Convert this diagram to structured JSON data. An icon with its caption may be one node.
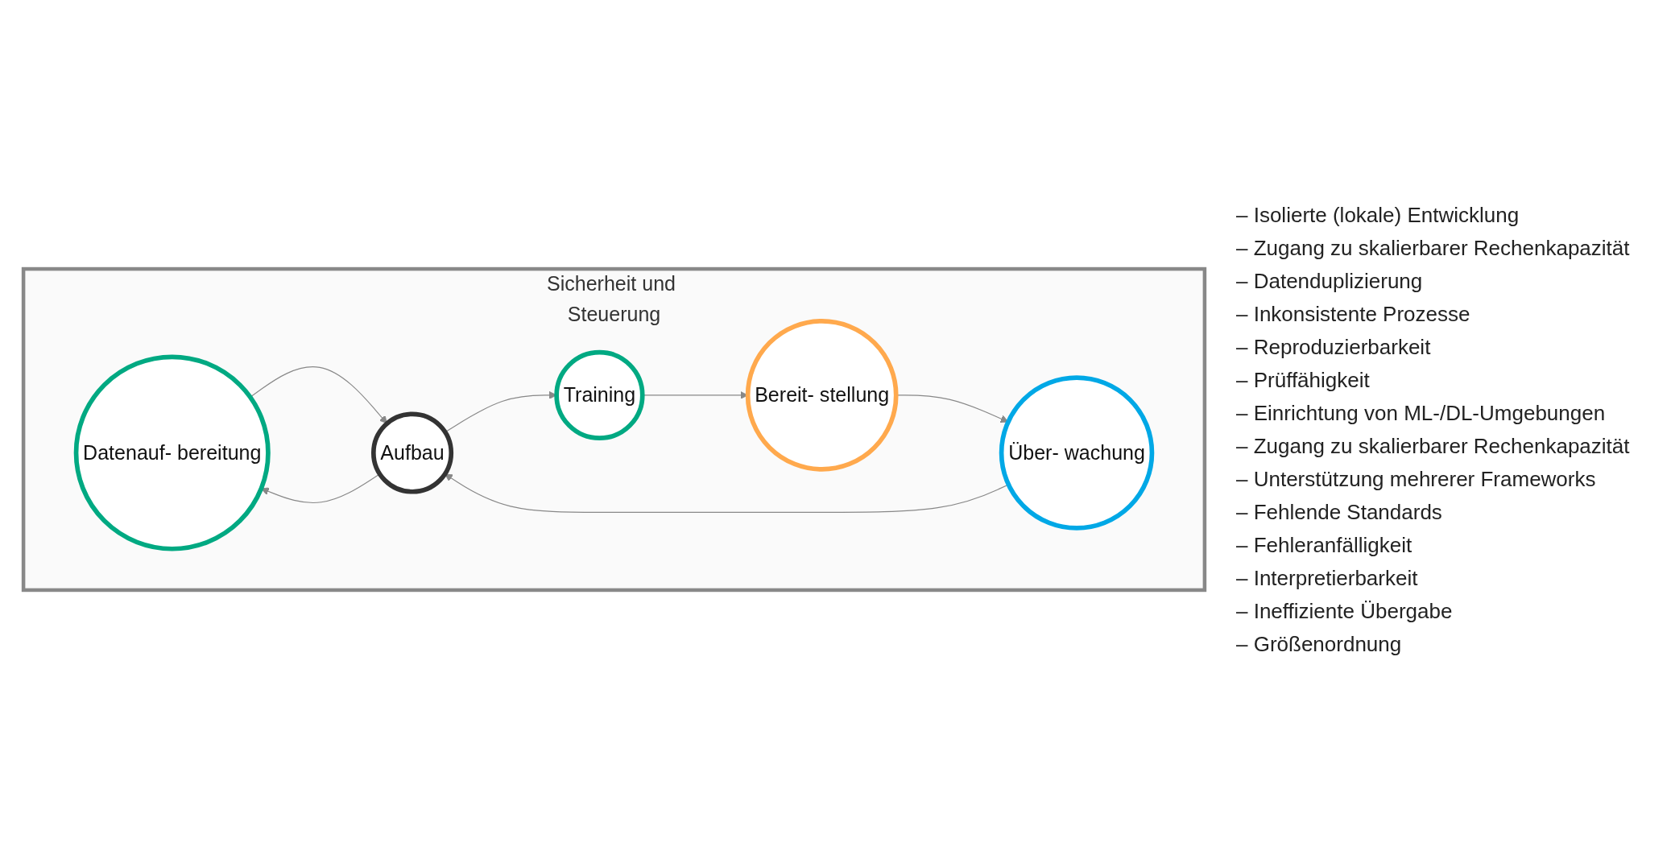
{
  "diagram": {
    "nodes": [
      {
        "text": [
          "Sicherheit und Steuerung"
        ]
      },
      {
        "text": [
          "Datenauf- bereitung"
        ],
        "in": 0
      },
      {
        "text": [
          "Aufbau"
        ],
        "in": 0
      },
      {
        "text": [
          "Training"
        ],
        "in": 0
      },
      {
        "text": [
          "Bereit- stellung"
        ],
        "in": 0
      },
      {
        "text": [
          "Über- wachung"
        ],
        "in": 0
      }
    ],
    "edges": [
      {
        "from": 1,
        "to": 2,
        "arrow": "to"
      },
      {
        "from": 2,
        "to": 1,
        "arrow": "to"
      },
      {
        "from": 2,
        "to": 3,
        "arrow": "to"
      },
      {
        "from": 3,
        "to": 4,
        "arrow": "to"
      },
      {
        "from": 4,
        "to": 5,
        "arrow": "to"
      },
      {
        "from": 5,
        "to": 2,
        "arrow": "to"
      }
    ],
    "labels": [
      "– Isolierte (lokale) Entwicklung",
      "– Zugang zu skalierbarer Rechenkapazität",
      "– Datenduplizierung",
      "– Inkonsistente Prozesse",
      "– Reproduzierbarkeit",
      "– Prüffähigkeit",
      "– Einrichtung von ML-/DL-Umgebungen",
      "– Zugang zu skalierbarer Rechenkapazität",
      "– Unterstützung mehrerer Frameworks",
      "– Fehlende Standards",
      "– Fehleranfälligkeit",
      "– Interpretierbarkeit",
      "– Ineffiziente Übergabe",
      "– Größenordnung"
    ]
  }
}
